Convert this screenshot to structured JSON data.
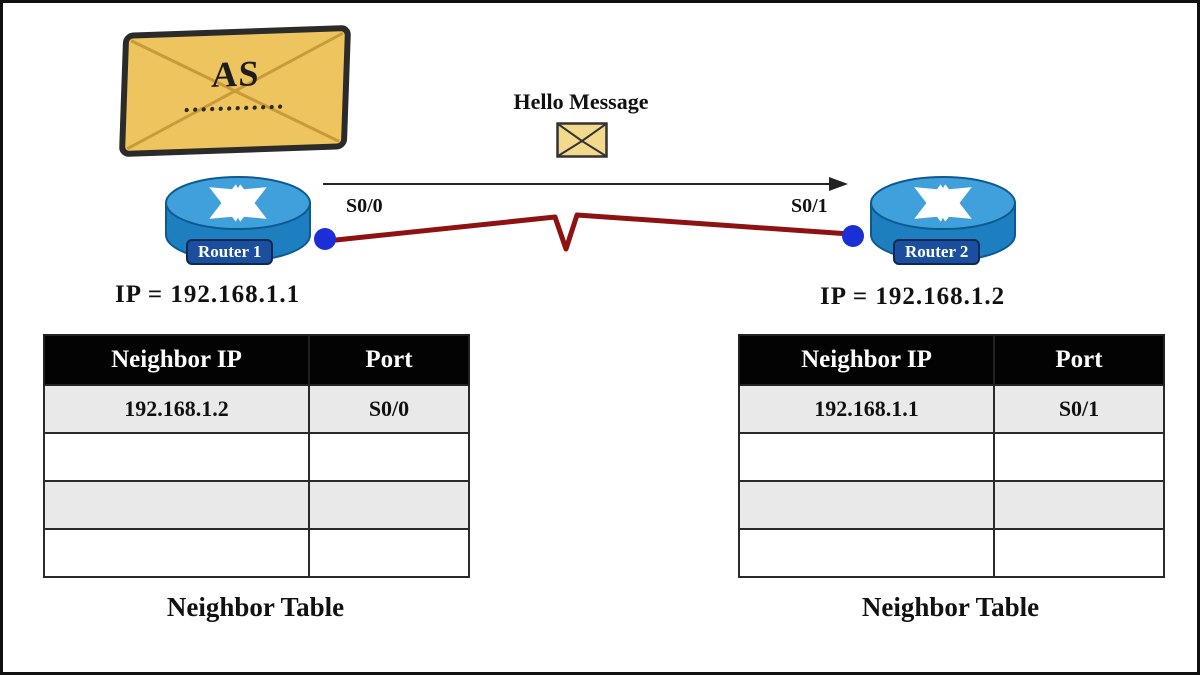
{
  "diagram": {
    "as_envelope": {
      "label": "AS",
      "dots": "............"
    },
    "hello_message": {
      "label": "Hello Message"
    },
    "router1": {
      "name": "Router 1",
      "ip": "IP = 192.168.1.1",
      "port_label": "S0/0"
    },
    "router2": {
      "name": "Router 2",
      "ip": "IP = 192.168.1.2",
      "port_label": "S0/1"
    }
  },
  "tables": [
    {
      "caption": "Neighbor Table",
      "headers": [
        "Neighbor IP",
        "Port"
      ],
      "rows": [
        [
          "192.168.1.2",
          "S0/0"
        ],
        [
          "",
          ""
        ],
        [
          "",
          ""
        ],
        [
          "",
          ""
        ]
      ]
    },
    {
      "caption": "Neighbor Table",
      "headers": [
        "Neighbor IP",
        "Port"
      ],
      "rows": [
        [
          "192.168.1.1",
          "S0/1"
        ],
        [
          "",
          ""
        ],
        [
          "",
          ""
        ],
        [
          "",
          ""
        ]
      ]
    }
  ],
  "colors": {
    "serial_line_red": "#8e1212",
    "router_blue": "#1e7fc0",
    "port_dot_blue": "#1b2fd6",
    "envelope_yellow": "#eec45e",
    "table_header_black": "#030303"
  }
}
